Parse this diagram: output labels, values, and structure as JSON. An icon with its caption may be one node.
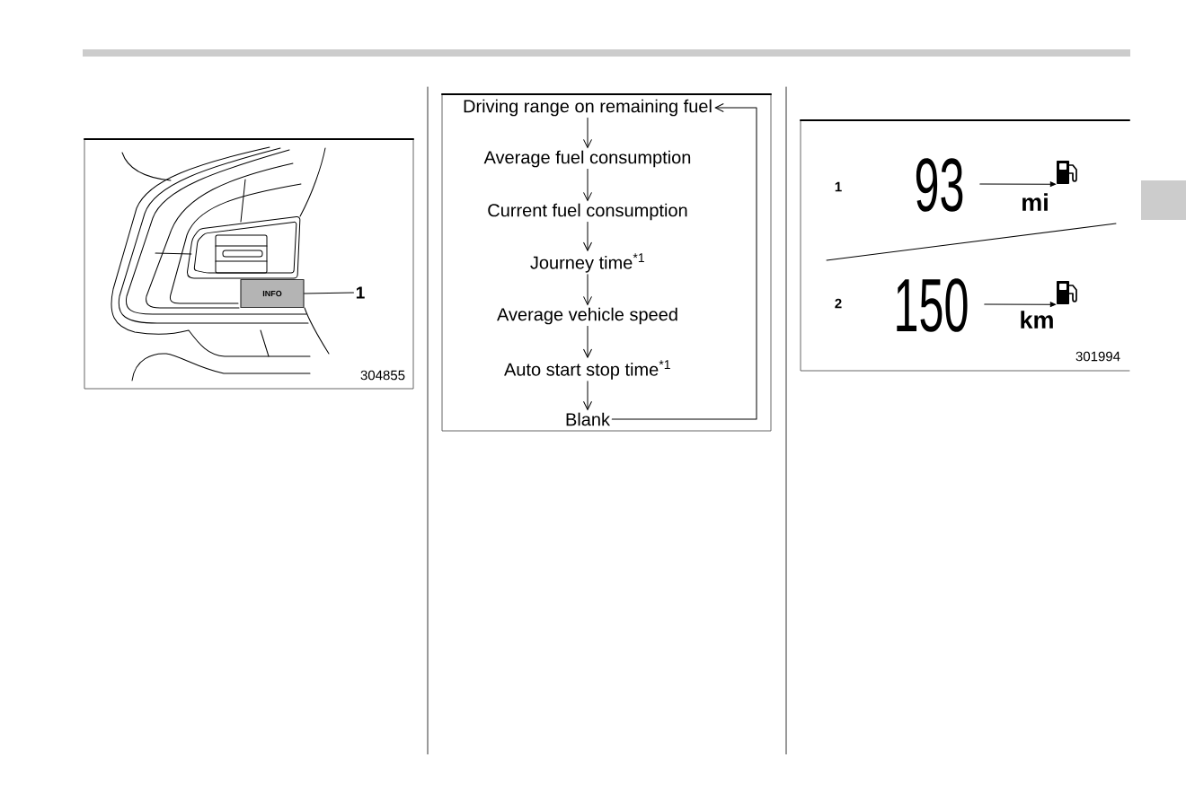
{
  "diagram": {
    "nodes": [
      {
        "text": [
          "INFO"
        ]
      },
      {
        "text": [
          "1"
        ]
      },
      {
        "text": [
          "Driving range on remaining fuel"
        ]
      },
      {
        "text": [
          "Average fuel consumption"
        ]
      },
      {
        "text": [
          "Current fuel consumption"
        ]
      },
      {
        "text": [
          "Journey time$^{*1}$"
        ]
      },
      {
        "text": [
          "Average vehicle speed"
        ]
      },
      {
        "text": [
          "Auto start stop time$^{*1}$"
        ]
      },
      {
        "text": [
          "Blank"
        ]
      },
      {
        "text": [
          "93"
        ]
      },
      {
        "text": [],
        "shape": "picture"
      },
      {
        "text": [
          "150"
        ]
      },
      {
        "text": [],
        "shape": "picture"
      }
    ],
    "edges": [
      {
        "from": 1,
        "to": 0,
        "arrow": "none"
      },
      {
        "from": 2,
        "to": 3,
        "arrow": "to"
      },
      {
        "from": 3,
        "to": 4,
        "arrow": "to"
      },
      {
        "from": 4,
        "to": 5,
        "arrow": "to"
      },
      {
        "from": 5,
        "to": 6,
        "arrow": "to"
      },
      {
        "from": 6,
        "to": 7,
        "arrow": "to"
      },
      {
        "from": 7,
        "to": 8,
        "arrow": "to"
      },
      {
        "from": 8,
        "to": 2,
        "arrow": "to"
      },
      {
        "from": 9,
        "to": 10,
        "arrow": "to"
      },
      {
        "from": 11,
        "to": 12,
        "arrow": "to"
      }
    ],
    "labels": [
      "304855",
      "1",
      "mi",
      "2",
      "km",
      "301994"
    ]
  }
}
